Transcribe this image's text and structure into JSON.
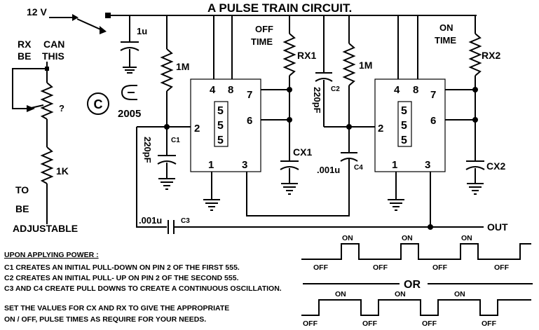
{
  "title": "A PULSE TRAIN CIRCUIT.",
  "supply": "12 V",
  "copyright": {
    "symbol": "C",
    "year": "2005"
  },
  "left_note": {
    "line1": "RX",
    "line1b": "CAN",
    "line2": "BE",
    "line2b": "THIS",
    "line3": "TO",
    "line4": "BE",
    "line5": "ADJUSTABLE"
  },
  "components": {
    "c_supply": "1u",
    "r1": "1M",
    "c1_value": "220pF",
    "c1_name": "C1",
    "pot_marker": "?",
    "r_1k": "1K",
    "rx1_label_top": "OFF",
    "rx1_label_bottom": "TIME",
    "rx1": "RX1",
    "cx1": "CX1",
    "c2_value": "220pF",
    "c2_name": "C2",
    "r2": "1M",
    "c4_value": ".001u",
    "c4_name": "C4",
    "rx2_label_top": "ON",
    "rx2_label_bottom": "TIME",
    "rx2": "RX2",
    "cx2": "CX2",
    "c3_value": ".001u",
    "c3_name": "C3",
    "out": "OUT"
  },
  "chip1": {
    "pin4": "4",
    "pin8": "8",
    "pin7": "7",
    "pin6": "6",
    "pin2": "2",
    "pin1": "1",
    "pin3": "3",
    "digits": [
      "5",
      "5",
      "5"
    ]
  },
  "chip2": {
    "pin4": "4",
    "pin8": "8",
    "pin7": "7",
    "pin6": "6",
    "pin2": "2",
    "pin1": "1",
    "pin3": "3",
    "digits": [
      "5",
      "5",
      "5"
    ]
  },
  "notes": {
    "heading": "UPON APPLYING POWER :",
    "line1": "C1 CREATES AN INITIAL PULL-DOWN ON PIN 2 OF THE FIRST 555.",
    "line2": "C2 CREATES AN INITIAL PULL- UP ON PIN 2 OF THE SECOND 555.",
    "line3": "C3 AND C4 CREATE PULL DOWNS TO CREATE A CONTINUOUS OSCILLATION.",
    "line4": "SET THE VALUES FOR CX AND RX TO GIVE THE APPROPRIATE",
    "line5": " ON / OFF,  PULSE TIMES AS REQUIRE FOR YOUR NEEDS."
  },
  "waveform_top": {
    "on": [
      "ON",
      "ON",
      "ON"
    ],
    "off": [
      "OFF",
      "OFF",
      "OFF",
      "OFF"
    ]
  },
  "separator": "OR",
  "waveform_bottom": {
    "on": [
      "ON",
      "ON",
      "ON"
    ],
    "off": [
      "OFF",
      "OFF",
      "OFF",
      "OFF"
    ]
  }
}
